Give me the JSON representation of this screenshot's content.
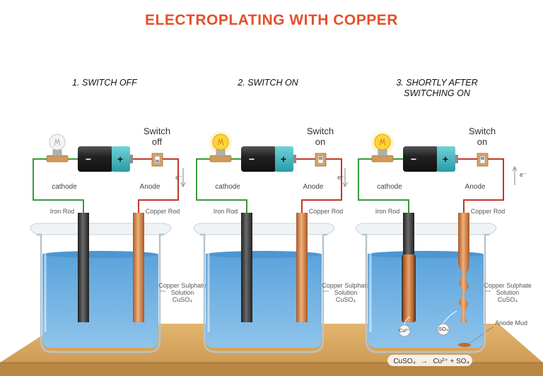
{
  "title": "ELECTROPLATING WITH COPPER",
  "panels": [
    {
      "heading": [
        "1. SWITCH OFF"
      ],
      "bulb_lit": false,
      "switch_label": [
        "Switch",
        "off"
      ],
      "left_label": "cathode",
      "right_label": "Anode",
      "left_rod": "Iron Rod",
      "right_rod": "Copper Rod",
      "solution": [
        "Copper Sulphate",
        "Solution",
        "CuSO₄"
      ],
      "electron_labels": [],
      "ions": [],
      "mud_label": ""
    },
    {
      "heading": [
        "2. SWITCH ON"
      ],
      "bulb_lit": true,
      "switch_label": [
        "Switch",
        "on"
      ],
      "left_label": "cathode",
      "right_label": "Anode",
      "left_rod": "Iron Rod",
      "right_rod": "Copper Rod",
      "solution": [
        "Copper Sulphate",
        "Solution",
        "CuSO₄"
      ],
      "electron_labels": [
        "e⁻"
      ],
      "ions": [],
      "mud_label": ""
    },
    {
      "heading": [
        "3. SHORTLY AFTER",
        "SWITCHING ON"
      ],
      "bulb_lit": true,
      "switch_label": [
        "Switch",
        "on"
      ],
      "left_label": "cathode",
      "right_label": "Anode",
      "left_rod": "Iron Rod",
      "right_rod": "Copper Rod",
      "solution": [
        "Copper Sulphate",
        "Solution",
        "CuSO₄"
      ],
      "electron_labels": [
        "e⁻"
      ],
      "ions": [
        "Cu²⁺",
        "SO₄"
      ],
      "mud_label": "Anode Mud"
    }
  ],
  "battery": {
    "negative": "−",
    "positive": "+"
  },
  "equation": {
    "left": "CuSO₄",
    "arrow": "→",
    "right": "Cu²⁺ + SO₄"
  },
  "colors": {
    "title": "#e4502a",
    "wire_green": "#3a9a3a",
    "wire_red": "#c0392b",
    "solution": "#5fa8de",
    "copper": "#c9743c",
    "iron": "#3d3d3d",
    "table": "#d3a25c"
  }
}
